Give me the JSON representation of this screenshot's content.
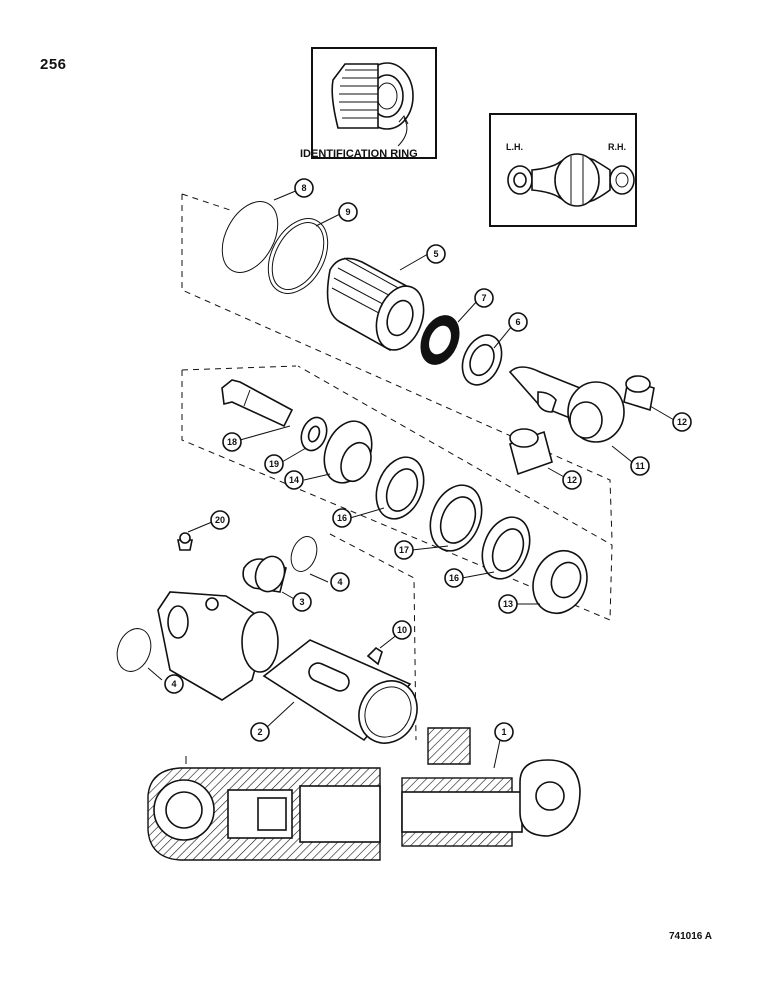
{
  "page": {
    "number": "256",
    "figure_code": "741016 A"
  },
  "inset_identification": {
    "label": "IDENTIFICATION RING"
  },
  "inset_hand": {
    "left_label": "L.H.",
    "right_label": "R.H."
  },
  "callouts": [
    "1",
    "2",
    "3",
    "4",
    "4",
    "5",
    "6",
    "7",
    "8",
    "9",
    "10",
    "11",
    "12",
    "12",
    "13",
    "14",
    "16",
    "16",
    "17",
    "18",
    "19",
    "20"
  ]
}
